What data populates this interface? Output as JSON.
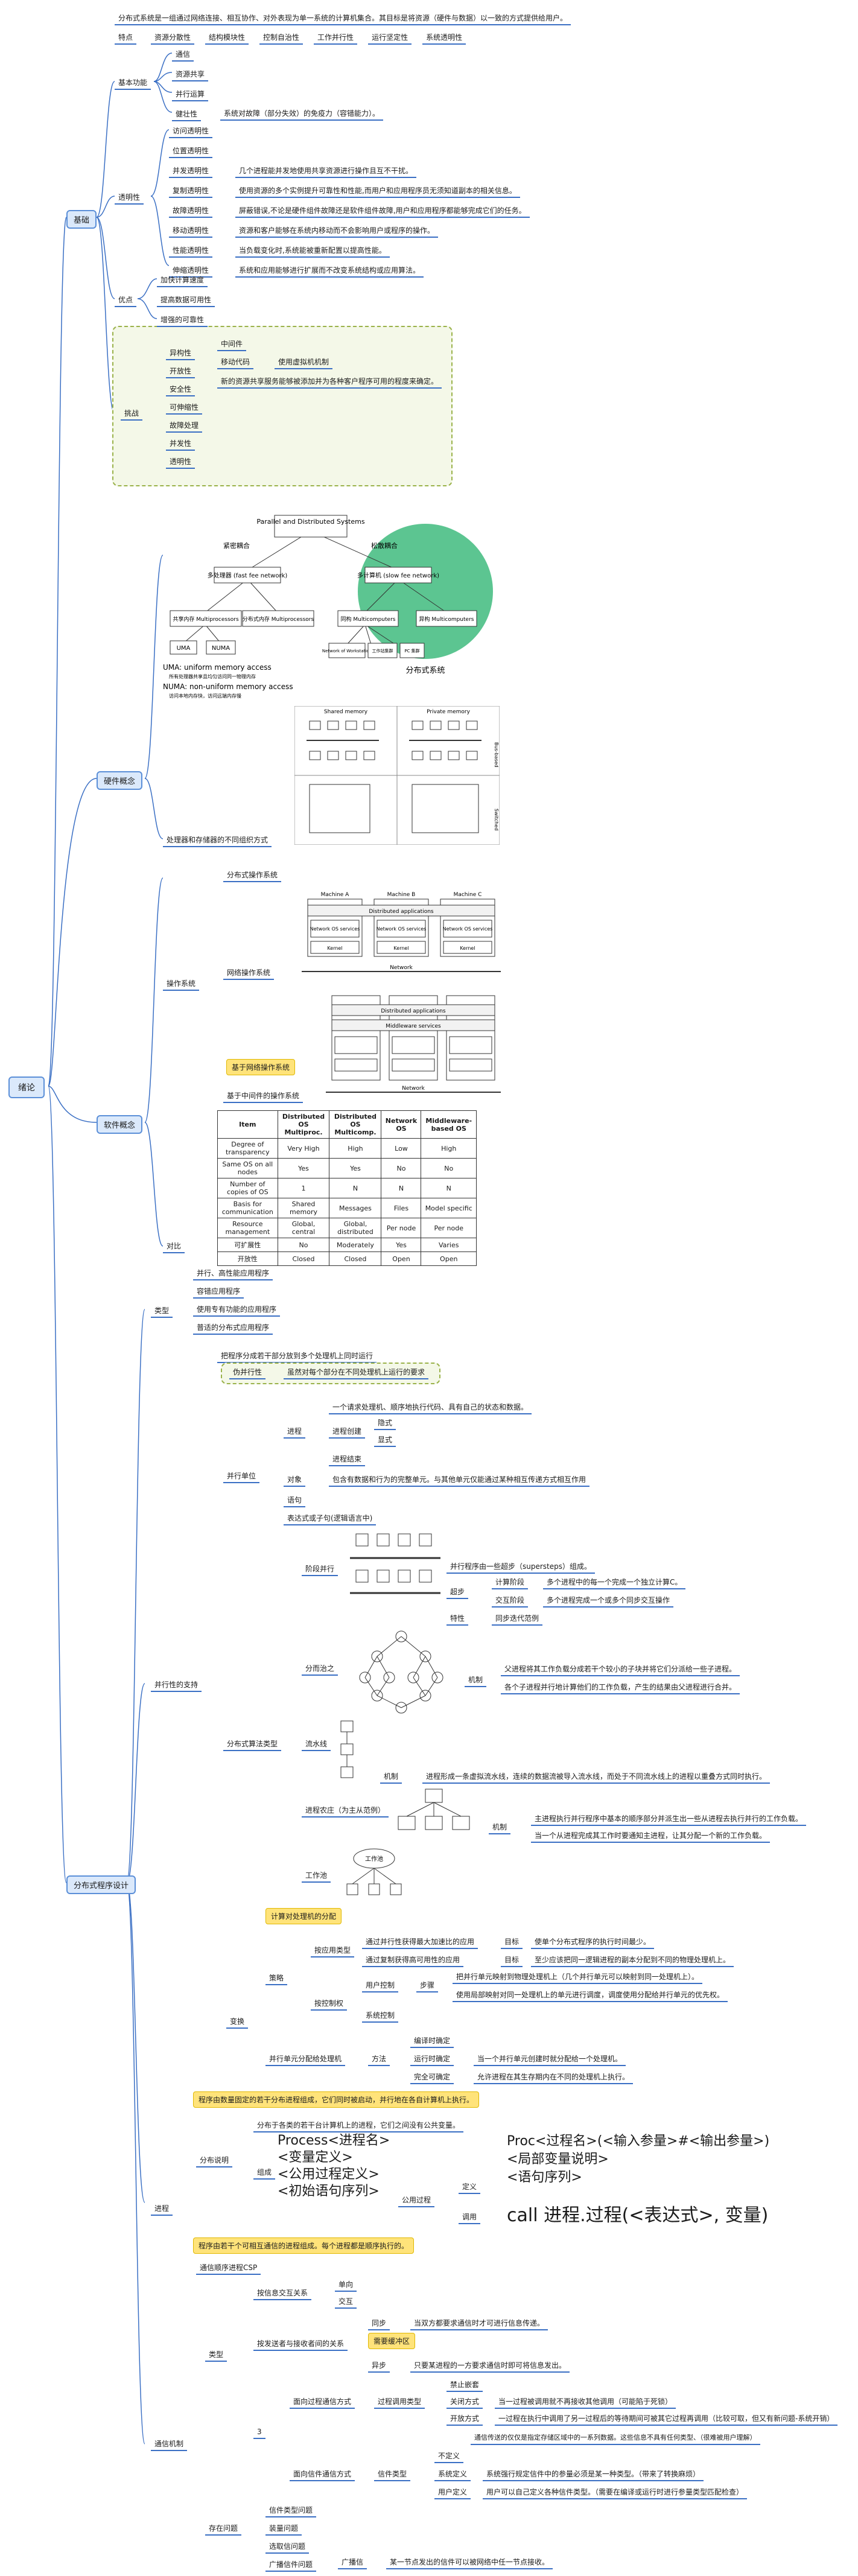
{
  "header": {
    "intro": "分布式系统是一组通过网络连接、相互协作、对外表现为单一系统的计算机集合。其目标是将资源（硬件与数据）以一致的方式提供给用户。",
    "features_label": "特点",
    "features": [
      "资源分散性",
      "结构模块性",
      "控制自治性",
      "工作并行性",
      "运行坚定性",
      "系统透明性"
    ]
  },
  "root": "绪论",
  "basics": {
    "label": "基础",
    "basic_functions": {
      "label": "基本功能",
      "items": [
        "通信",
        "资源共享",
        "并行运算",
        "健壮性"
      ],
      "robust_desc": "系统对故障（部分失效）的免疫力（容错能力）。"
    },
    "transparency": {
      "label": "透明性",
      "items": [
        {
          "name": "访问透明性",
          "desc": ""
        },
        {
          "name": "位置透明性",
          "desc": ""
        },
        {
          "name": "并发透明性",
          "desc": "几个进程能并发地使用共享资源进行操作且互不干扰。"
        },
        {
          "name": "复制透明性",
          "desc": "使用资源的多个实例提升可靠性和性能,而用户和应用程序员无须知道副本的相关信息。"
        },
        {
          "name": "故障透明性",
          "desc": "屏蔽错误,不论是硬件组件故障还是软件组件故障,用户和应用程序都能够完成它们的任务。"
        },
        {
          "name": "移动透明性",
          "desc": "资源和客户能够在系统内移动而不会影响用户或程序的操作。"
        },
        {
          "name": "性能透明性",
          "desc": "当负载变化时,系统能被重新配置以提高性能。"
        },
        {
          "name": "伸缩透明性",
          "desc": "系统和应用能够进行扩展而不改变系统结构或应用算法。"
        }
      ]
    },
    "advantages": {
      "label": "优点",
      "items": [
        "加快计算速度",
        "提高数据可用性",
        "增强的可靠性"
      ]
    },
    "challenges": {
      "label": "挑战",
      "items": [
        "异构性",
        "开放性",
        "安全性",
        "可伸缩性",
        "故障处理",
        "并发性",
        "透明性"
      ],
      "heterogeneity_sub": [
        "中间件",
        "移动代码"
      ],
      "mobile_code_desc": "使用虚拟机机制",
      "openness_desc": "新的资源共享服务能够被添加并为各种客户程序可用的程度来确定。"
    }
  },
  "hardware": {
    "label": "硬件概念",
    "tree": {
      "top": "Parallel and Distributed Systems",
      "tight": "紧密耦合",
      "loose": "松散耦合",
      "multiproc": "多处理器 (fast fee network)",
      "multicomp": "多计算机 (slow fee network)",
      "shared": "共享内存 Multiprocessors",
      "distmem": "分布式内存 Multiprocessors",
      "homo": "同构 Multicomputers",
      "hetero": "异构 Multicomputers",
      "uma": "UMA",
      "numa": "NUMA",
      "now": "Network of Workstation",
      "ws": "工作站集群",
      "pc": "PC 集群",
      "distsys": "分布式系统",
      "uma_note": "UMA: uniform memory access",
      "uma_desc": "所有处理器共享且均匀访问同一物理内存",
      "numa_note": "NUMA: non-uniform memory access",
      "numa_desc": "访问本地内存快，访问远端内存慢"
    },
    "mem_fig": {
      "shared": "Shared memory",
      "private": "Private memory",
      "bus": "Bus-based",
      "switched": "Switched"
    },
    "bottom_label": "处理器和存储器的不同组织方式"
  },
  "software": {
    "label": "软件概念",
    "os_label": "操作系统",
    "dos": "分布式操作系统",
    "nos": "网络操作系统",
    "mw_note": "基于网络操作系统",
    "mw": "基于中间件的操作系统",
    "fig": {
      "machines": [
        "Machine A",
        "Machine B",
        "Machine C"
      ],
      "dist_apps": "Distributed applications",
      "services": "Network OS services",
      "mw_services": "Middleware services",
      "kernel": "Kernel",
      "network": "Network"
    },
    "compare_label": "对比",
    "table": {
      "headers": [
        "Item",
        "Distributed OS Multiproc.",
        "Distributed OS Multicomp.",
        "Network OS",
        "Middleware-based OS"
      ],
      "rows": [
        [
          "Degree of transparency",
          "Very High",
          "High",
          "Low",
          "High"
        ],
        [
          "Same OS on all nodes",
          "Yes",
          "Yes",
          "No",
          "No"
        ],
        [
          "Number of copies of OS",
          "1",
          "N",
          "N",
          "N"
        ],
        [
          "Basis for communication",
          "Shared memory",
          "Messages",
          "Files",
          "Model specific"
        ],
        [
          "Resource management",
          "Global, central",
          "Global, distributed",
          "Per node",
          "Per node"
        ],
        [
          "可扩展性",
          "No",
          "Moderately",
          "Yes",
          "Varies"
        ],
        [
          "开放性",
          "Closed",
          "Closed",
          "Open",
          "Open"
        ]
      ]
    }
  },
  "programming": {
    "label": "分布式程序设计",
    "types": {
      "label": "类型",
      "items": [
        "并行、高性能应用程序",
        "容错应用程序",
        "使用专有功能的应用程序",
        "普适的分布式应用程序"
      ]
    },
    "parallel": {
      "label": "并行性的支持",
      "def": "把程序分成若干部分放到多个处理机上同时运行",
      "pseudo": "伪并行性",
      "pseudo_desc": "虽然对每个部分在不同处理机上运行的要求",
      "unit_label": "并行单位",
      "process": "进程",
      "process_desc": "一个请求处理机、顺序地执行代码、具有自己的状态和数据。",
      "create": "进程创建",
      "create_items": [
        "隐式",
        "显式"
      ],
      "terminate": "进程结束",
      "object": "对象",
      "object_desc": "包含有数据和行为的完整单元。与其他单元仅能通过某种相互传递方式相互作用",
      "stmt": "语句",
      "expr": "表达式或子句(逻辑语言中)",
      "algo_label": "分布式算法类型",
      "phase": "阶段并行",
      "phase_desc": "并行程序由一些超步（supersteps）组成。",
      "superstep": "超步",
      "compute": "计算阶段",
      "compute_desc": "多个进程中的每一个完成一个独立计算C。",
      "interact": "交互阶段",
      "interact_desc": "多个进程完成一个或多个同步交互操作",
      "feature": "特性",
      "feature_desc": "同步迭代范例",
      "divide": "分而治之",
      "mech": "机制",
      "divide_m1": "父进程将其工作负载分成若干个较小的子块并将它们分派给一些子进程。",
      "divide_m2": "各个子进程并行地计算他们的工作负载，产生的结果由父进程进行合并。",
      "pipeline": "流水线",
      "pipeline_desc": "进程形成一条虚拟流水线，连续的数据流被导入流水线，而处于不同流水线上的进程以重叠方式同时执行。",
      "master": "进程农庄（为主从范例）",
      "master_m1": "主进程执行并行程序中基本的顺序部分并派生出一些从进程去执行并行的工作负载。",
      "master_m2": "当一个从进程完成其工作时要通知主进程，让其分配一个新的工作负载。",
      "workpool": "工作池",
      "workpool_fig": "工作池",
      "alloc_note": "计算对处理机的分配",
      "change": "变换",
      "strategy": "策略",
      "apptype": "按应用类型",
      "app1": "通过并行性获得最大加速比的应用",
      "goal1": "使单个分布式程序的执行时间最少。",
      "app2": "通过复制获得高可用性的应用",
      "goal2": "至少应该把同一逻辑进程的副本分配到不同的物理处理机上。",
      "goal": "目标",
      "control": "按控制权",
      "user_ctrl": "用户控制",
      "step": "步骤",
      "step1": "把并行单元映射到物理处理机上（几个并行单元可以映射到同一处理机上）。",
      "step2": "使用局部映射对同一处理机上的单元进行调度，调度使用分配给并行单元的优先权。",
      "sys_ctrl": "系统控制",
      "unit_alloc": "并行单元分配给处理机",
      "method": "方法",
      "compile": "编译时确定",
      "runtime": "运行时确定",
      "runtime_desc": "当一个并行单元创建时就分配给一个处理机。",
      "migrate": "完全可确定",
      "migrate_desc": "允许进程在其生存期内在不同的处理机上执行。"
    },
    "process_note": "程序由数量固定的若干分布进程组成，它们同时被启动，并行地在各自计算机上执行。",
    "process": {
      "label": "进程",
      "dist_stmt": "分布说明",
      "dist_desc": "分布于各类的若干台计算机上的进程，它们之间没有公共变量。",
      "compose": "组成",
      "proc_lines": [
        "Process<进程名>",
        "<变量定义>",
        "<公用过程定义>",
        "<初始语句序列>"
      ],
      "public_proc": "公用过程",
      "define": "定义",
      "call": "调用",
      "def_lines": [
        "Proc<过程名>(<输入参量>#<输出参量>)",
        "<局部变量说明>",
        "<语句序列>"
      ],
      "call_line": "call  进程.过程(<表达式>, 变量)",
      "note2": "程序由若干个可相互通信的进程组成。每个进程都是顺序执行的。",
      "csp": "通信顺序进程CSP"
    },
    "comm": {
      "label": "通信机制",
      "types": "类型",
      "interact": "按信息交互关系",
      "oneway": "单向",
      "twoway": "交互",
      "sync_rel": "按发送者与接收者间的关系",
      "sync": "同步",
      "sync_desc": "当双方都要求通信时才可进行信息传递。",
      "buffer": "需要缓冲区",
      "async": "异步",
      "async_desc": "只要某进程的一方要求通信时即可将信息发出。",
      "three": "3",
      "proc_comm": "面向过程通信方式",
      "proc_call": "过程调用类型",
      "forbid": "禁止嵌套",
      "close": "关闭方式",
      "close_desc": "当一过程被调用就不再接收其他调用（可能陷于死锁）",
      "open": "开放方式",
      "open_desc": "一过程在执行中调用了另一过程后的等待期间可被其它过程再调用（比较可取，但又有新问题-系统开销）",
      "msg_note": "通信传送的仅仅是指定存储区域中的一系列数据。这些信息不具有任何类型、（很难被用户理解）",
      "type_info": "不定义",
      "type_comm": "面向信件通信方式",
      "typed": "信件类型",
      "sys_def": "系统定义",
      "sys_def_desc": "系统强行规定信件中的参量必须是某一种类型。（带来了转换麻烦）",
      "user_def": "用户定义",
      "user_def_desc": "用户可以自己定义各种信件类型。（需要在编译或运行时进行参量类型匹配检查）",
      "storage": "存在问题",
      "storage_items": [
        "信件类型问题",
        "装量问题",
        "选取信问题",
        "广播信件问题"
      ],
      "broadcast": "广播信",
      "broadcast_desc": "某一节点发出的信件可以被网络中任一节点接收。"
    }
  }
}
